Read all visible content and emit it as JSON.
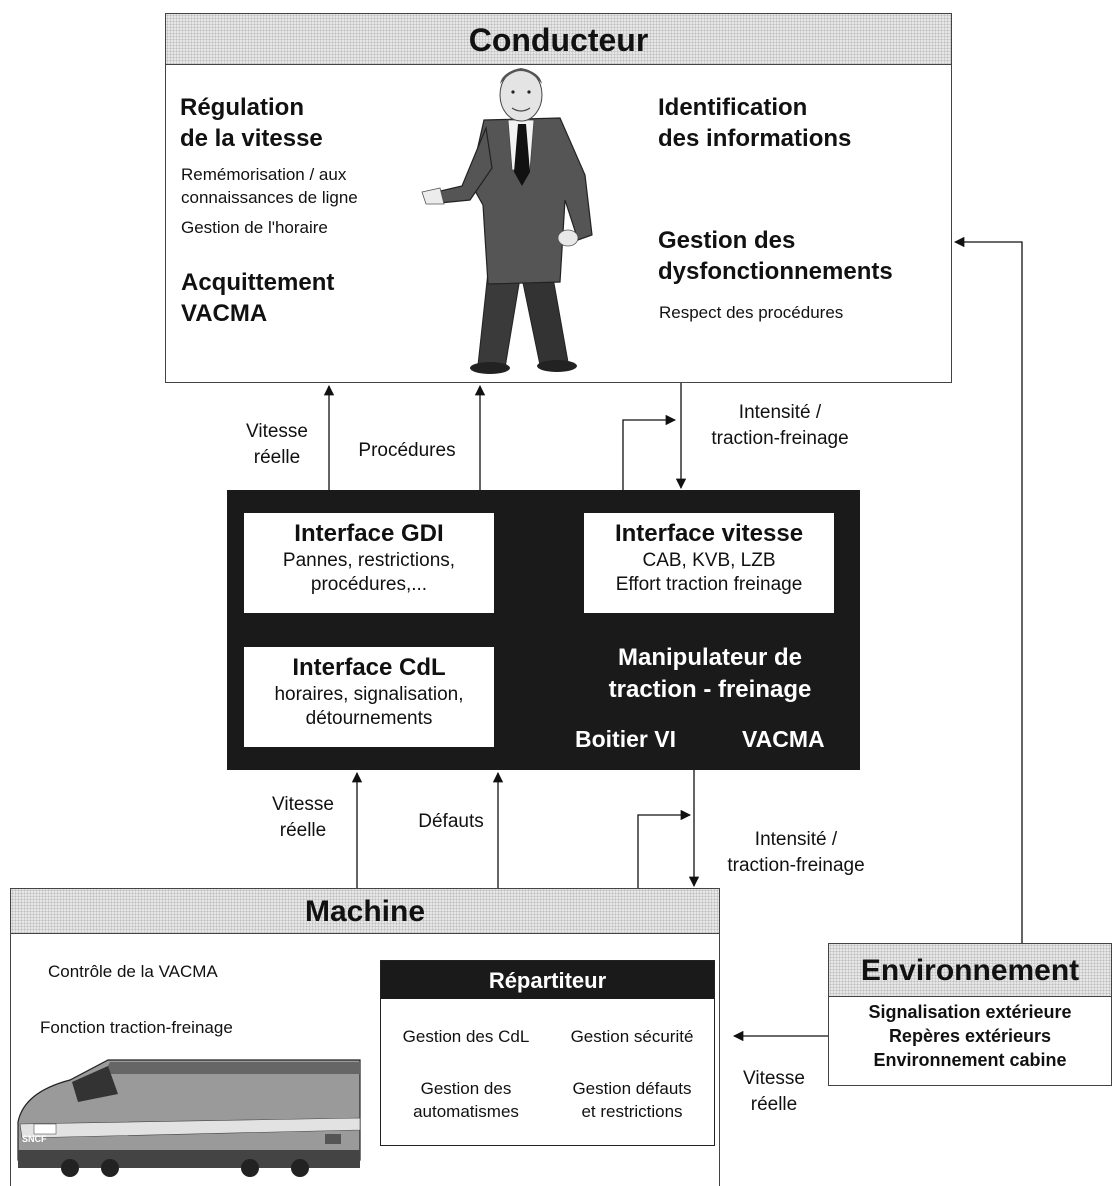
{
  "conducteur": {
    "title": "Conducteur",
    "regulation_line1": "Régulation",
    "regulation_line2": "de la vitesse",
    "rememorisation_line1": "Remémorisation / aux",
    "rememorisation_line2": "connaissances de ligne",
    "gestion_horaire": "Gestion de l'horaire",
    "acquittement_line1": "Acquittement",
    "acquittement_line2": "VACMA",
    "identification_line1": "Identification",
    "identification_line2": "des informations",
    "dysfonctionnements_line1": "Gestion des",
    "dysfonctionnements_line2": "dysfonctionnements",
    "respect_procedures": "Respect des procédures"
  },
  "arrows_top": {
    "vitesse_line1": "Vitesse",
    "vitesse_line2": "réelle",
    "procedures": "Procédures",
    "intensite_line1": "Intensité /",
    "intensite_line2": "traction-freinage"
  },
  "cabin": {
    "gdi_title": "Interface GDI",
    "gdi_line1": "Pannes, restrictions,",
    "gdi_line2": "procédures,...",
    "vitesse_title": "Interface vitesse",
    "vitesse_line1": "CAB, KVB, LZB",
    "vitesse_line2": "Effort traction freinage",
    "cdl_title": "Interface CdL",
    "cdl_line1": "horaires, signalisation,",
    "cdl_line2": "détournements",
    "manip_line1": "Manipulateur de",
    "manip_line2": "traction - freinage",
    "boitier": "Boitier VI",
    "vacma": "VACMA"
  },
  "arrows_bottom": {
    "vitesse_line1": "Vitesse",
    "vitesse_line2": "réelle",
    "defauts": "Défauts",
    "intensite_line1": "Intensité /",
    "intensite_line2": "traction-freinage"
  },
  "machine": {
    "title": "Machine",
    "controle": "Contrôle de la VACMA",
    "fonction": "Fonction traction-freinage",
    "train_logo": "SNCF"
  },
  "repartiteur": {
    "title": "Répartiteur",
    "gestion_cdl": "Gestion des CdL",
    "gestion_securite": "Gestion sécurité",
    "automatismes_line1": "Gestion des",
    "automatismes_line2": "automatismes",
    "defauts_line1": "Gestion défauts",
    "defauts_line2": "et restrictions"
  },
  "environnement": {
    "title": "Environnement",
    "line1": "Signalisation extérieure",
    "line2": "Repères extérieurs",
    "line3": "Environnement cabine",
    "vitesse_line1": "Vitesse",
    "vitesse_line2": "réelle"
  }
}
